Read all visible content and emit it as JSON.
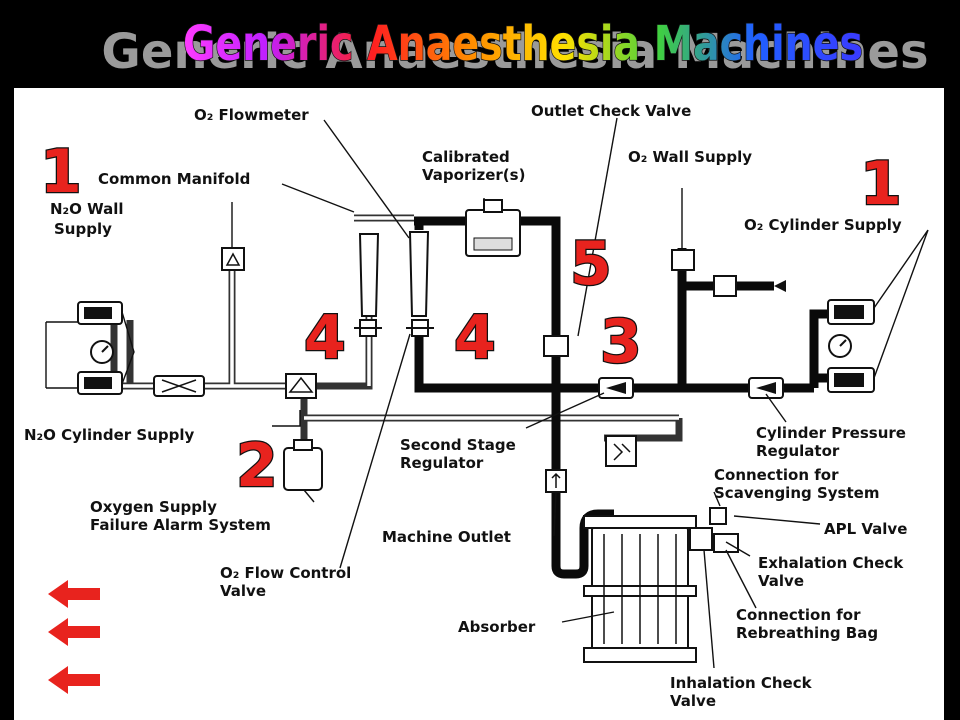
{
  "slide": {
    "title": "Generic Anaesthesia Machines",
    "title_colors": [
      "#ff3cff",
      "#c020ff",
      "#ff2020",
      "#ff8a00",
      "#ffe000",
      "#40d040",
      "#2060ff",
      "#3a3aff"
    ]
  },
  "diagram": {
    "labels": {
      "o2_flowmeter": "O₂ Flowmeter",
      "outlet_check_valve": "Outlet Check Valve",
      "calibrated_vaporizer_1": "Calibrated",
      "calibrated_vaporizer_2": "Vaporizer(s)",
      "o2_wall_supply": "O₂ Wall Supply",
      "common_manifold": "Common Manifold",
      "n2o_wall_supply_1": "N₂O Wall",
      "n2o_wall_supply_2": "Supply",
      "o2_cylinder_supply": "O₂ Cylinder Supply",
      "n2o_cylinder_supply": "N₂O Cylinder Supply",
      "second_stage_regulator_1": "Second Stage",
      "second_stage_regulator_2": "Regulator",
      "cylinder_pressure_regulator_1": "Cylinder Pressure",
      "cylinder_pressure_regulator_2": "Regulator",
      "connection_scavenging_1": "Connection for",
      "connection_scavenging_2": "Scavenging System",
      "apl_valve": "APL Valve",
      "oxygen_supply_failure_1": "Oxygen Supply",
      "oxygen_supply_failure_2": "Failure Alarm System",
      "machine_outlet": "Machine Outlet",
      "exhalation_check_valve_1": "Exhalation Check",
      "exhalation_check_valve_2": "Valve",
      "o2_flow_control_valve_1": "O₂ Flow Control",
      "o2_flow_control_valve_2": "Valve",
      "connection_rebreathing_1": "Connection for",
      "connection_rebreathing_2": "Rebreathing Bag",
      "absorber": "Absorber",
      "inhalation_check_valve_1": "Inhalation Check",
      "inhalation_check_valve_2": "Valve"
    },
    "numbers": {
      "n1_left": "1",
      "n1_right": "1",
      "n2": "2",
      "n3": "3",
      "n4_left": "4",
      "n4_right": "4",
      "n5": "5"
    },
    "colors": {
      "number_fill": "#e8231e",
      "arrow_fill": "#e8231e"
    }
  },
  "nav": {
    "arrow_icon": "left-arrow-icon"
  }
}
